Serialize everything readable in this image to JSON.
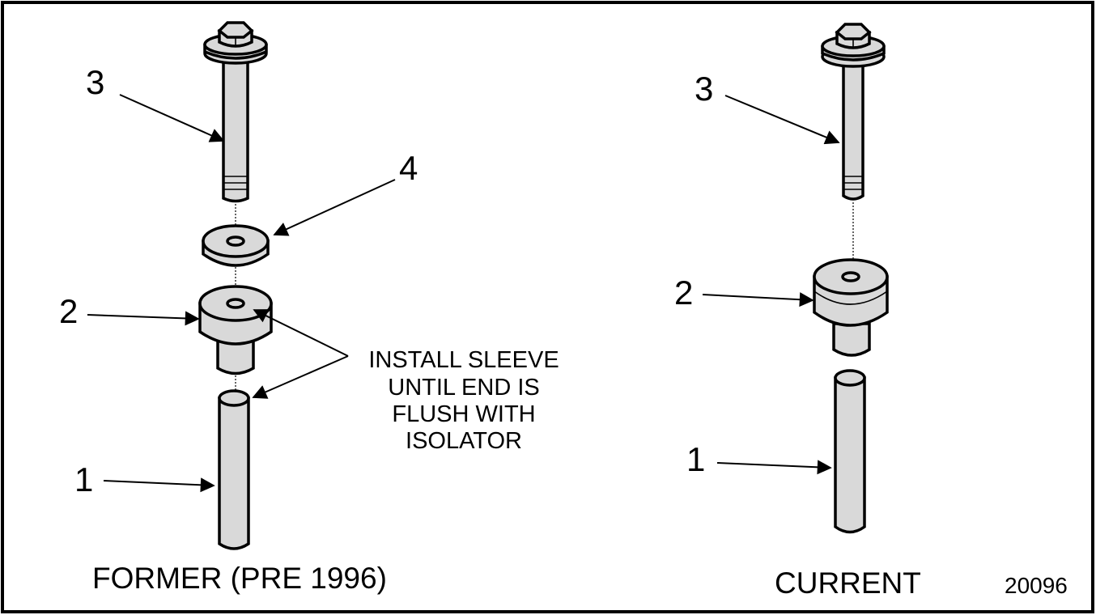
{
  "figure_number": "20096",
  "former": {
    "caption": "FORMER (PRE 1996)",
    "callouts": {
      "bolt": "3",
      "washer": "4",
      "isolator": "2",
      "sleeve": "1"
    },
    "note_lines": [
      "INSTALL SLEEVE",
      "UNTIL END IS",
      "FLUSH WITH",
      "ISOLATOR"
    ]
  },
  "current": {
    "caption": "CURRENT",
    "callouts": {
      "bolt": "3",
      "isolator": "2",
      "sleeve": "1"
    }
  }
}
